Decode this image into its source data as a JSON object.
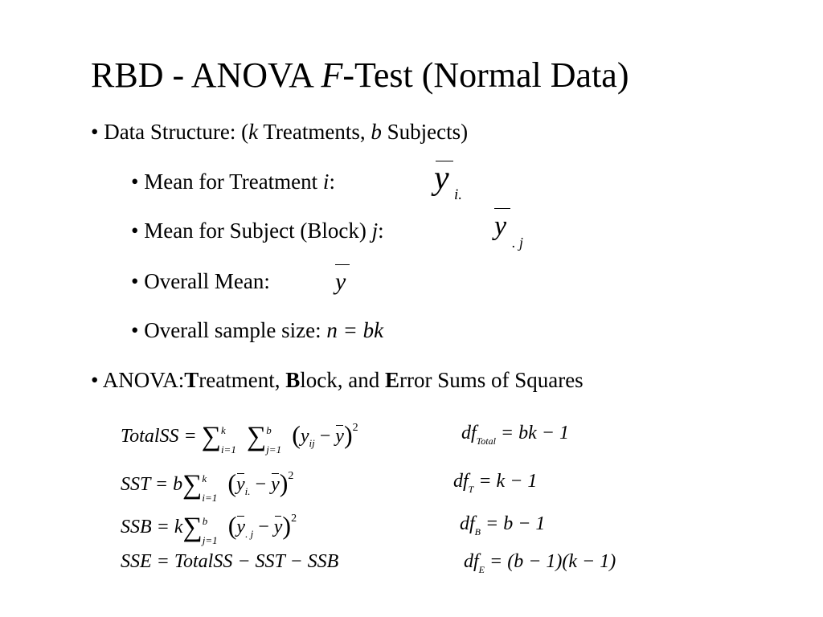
{
  "title": {
    "pre": "RBD - ANOVA ",
    "f": "F",
    "post": "-Test (Normal Data)"
  },
  "bullet_data": {
    "dot": "•",
    "pre": "Data Structure: (",
    "k": "k",
    "mid": " Treatments, ",
    "b": "b",
    "post": " Subjects)"
  },
  "mean_treatment": {
    "pre": "• Mean for Treatment ",
    "var": "i",
    "post": ":"
  },
  "mean_subject": {
    "pre": "• Mean for Subject (Block) ",
    "var": "j",
    "post": ":"
  },
  "overall_mean": {
    "pre": "• Overall Mean:"
  },
  "sample_size": {
    "pre": "• Overall sample size: ",
    "expr": "n = bk"
  },
  "anova": {
    "pre": "• ANOVA:",
    "t": "T",
    "t_rest": "reatment, ",
    "bl": "B",
    "bl_rest": "lock, and ",
    "e": "E",
    "e_rest": "rror Sums of Squares"
  },
  "symbols": {
    "y": "y",
    "sub_i_dot": "i.",
    "sub_dot_j": ". j"
  },
  "eqs": {
    "total": {
      "lhs": "TotalSS =",
      "k": "k",
      "i1": "i=1",
      "b": "b",
      "j1": "j=1",
      "yij": "y",
      "ij": "ij",
      "minus": " − ",
      "ybar": "y",
      "sq": "2",
      "df": "df",
      "dfsub": "Total",
      "dfrhs": " = bk − 1"
    },
    "sst": {
      "lhs": "SST = b",
      "k": "k",
      "i1": "i=1",
      "y": "y",
      "sub": "i.",
      "minus": " − ",
      "ybar": "y",
      "sq": "2",
      "df": "df",
      "dfsub": "T",
      "dfrhs": " = k − 1"
    },
    "ssb": {
      "lhs": "SSB = k",
      "b": "b",
      "j1": "j=1",
      "y": "y",
      "sub": ". j",
      "minus": " − ",
      "ybar": "y",
      "sq": "2",
      "df": "df",
      "dfsub": "B",
      "dfrhs": " = b − 1"
    },
    "sse": {
      "lhs": "SSE = TotalSS − SST − SSB",
      "df": "df",
      "dfsub": "E",
      "dfrhs": " = (b − 1)(k − 1)"
    }
  }
}
